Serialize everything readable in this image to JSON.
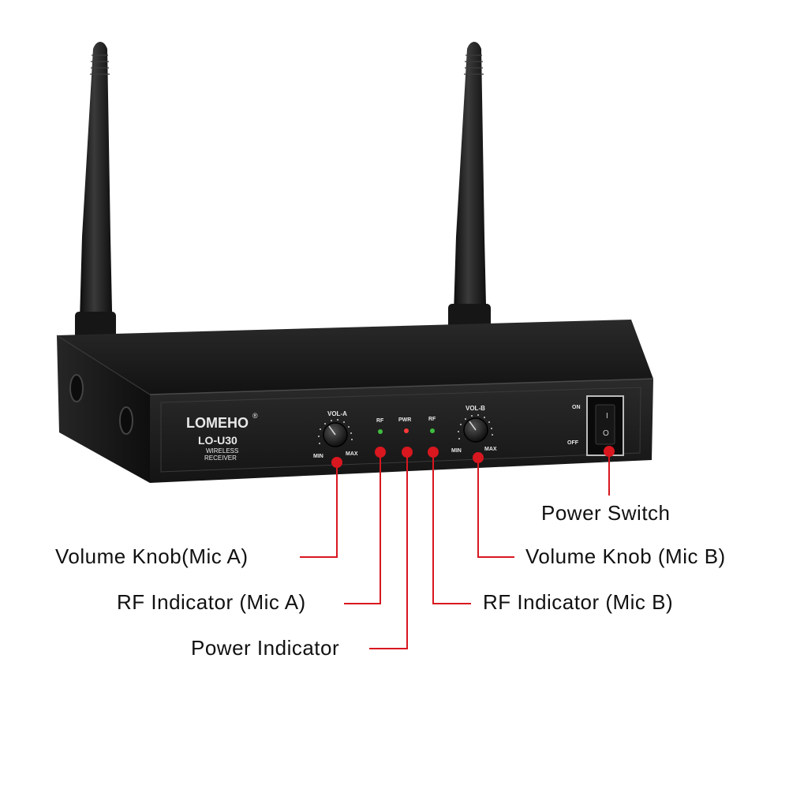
{
  "device": {
    "brand": "LOMEHO",
    "brand_mark": "®",
    "model": "LO-U30",
    "subtitle_line1": "WIRELESS",
    "subtitle_line2": "RECEIVER",
    "vol_a_label": "VOL-A",
    "vol_b_label": "VOL-B",
    "min_label": "MIN",
    "max_label": "MAX",
    "rf_label": "RF",
    "pwr_label": "PWR",
    "on_label": "ON",
    "off_label": "OFF",
    "switch_on_glyph": "I",
    "switch_off_glyph": "O"
  },
  "callouts": {
    "power_switch": "Power Switch",
    "volume_knob_a": "Volume Knob(Mic A)",
    "volume_knob_b": "Volume Knob (Mic B)",
    "rf_indicator_a": "RF Indicator (Mic A)",
    "rf_indicator_b": "RF Indicator (Mic B)",
    "power_indicator": "Power Indicator"
  },
  "colors": {
    "callout_line": "#d8171f",
    "chassis": "#1c1c1c",
    "led_green": "#3fbf3f",
    "led_red": "#ff3a3a"
  }
}
